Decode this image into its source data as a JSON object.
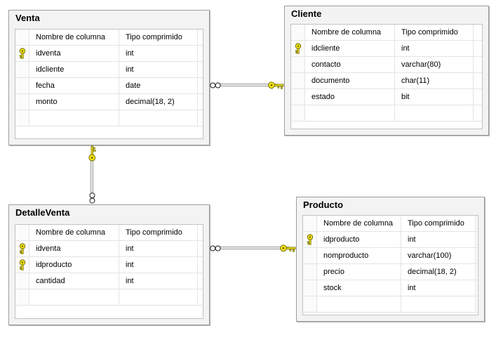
{
  "column_headers": {
    "name": "Nombre de columna",
    "type": "Tipo comprimido"
  },
  "tables": {
    "venta": {
      "title": "Venta",
      "rows": [
        {
          "name": "idventa",
          "type": "int",
          "pk": true
        },
        {
          "name": "idcliente",
          "type": "int",
          "pk": false
        },
        {
          "name": "fecha",
          "type": "date",
          "pk": false
        },
        {
          "name": "monto",
          "type": "decimal(18, 2)",
          "pk": false
        }
      ]
    },
    "cliente": {
      "title": "Cliente",
      "rows": [
        {
          "name": "idcliente",
          "type": "int",
          "pk": true
        },
        {
          "name": "contacto",
          "type": "varchar(80)",
          "pk": false
        },
        {
          "name": "documento",
          "type": "char(11)",
          "pk": false
        },
        {
          "name": "estado",
          "type": "bit",
          "pk": false
        }
      ]
    },
    "detalleventa": {
      "title": "DetalleVenta",
      "rows": [
        {
          "name": "idventa",
          "type": "int",
          "pk": true
        },
        {
          "name": "idproducto",
          "type": "int",
          "pk": true
        },
        {
          "name": "cantidad",
          "type": "int",
          "pk": false
        }
      ]
    },
    "producto": {
      "title": "Producto",
      "rows": [
        {
          "name": "idproducto",
          "type": "int",
          "pk": true
        },
        {
          "name": "nomproducto",
          "type": "varchar(100)",
          "pk": false
        },
        {
          "name": "precio",
          "type": "decimal(18, 2)",
          "pk": false
        },
        {
          "name": "stock",
          "type": "int",
          "pk": false
        }
      ]
    }
  },
  "relations": [
    {
      "one_side": "Cliente",
      "many_side": "Venta"
    },
    {
      "one_side": "Venta",
      "many_side": "DetalleVenta"
    },
    {
      "one_side": "Producto",
      "many_side": "DetalleVenta"
    }
  ],
  "colors": {
    "key_fill": "#ffe81a",
    "key_outline": "#6d6d00",
    "window_bg": "#f3f3f3",
    "window_border": "#9d9d9d",
    "grid_line": "#e4e4e4",
    "connector_line": "#999999"
  }
}
